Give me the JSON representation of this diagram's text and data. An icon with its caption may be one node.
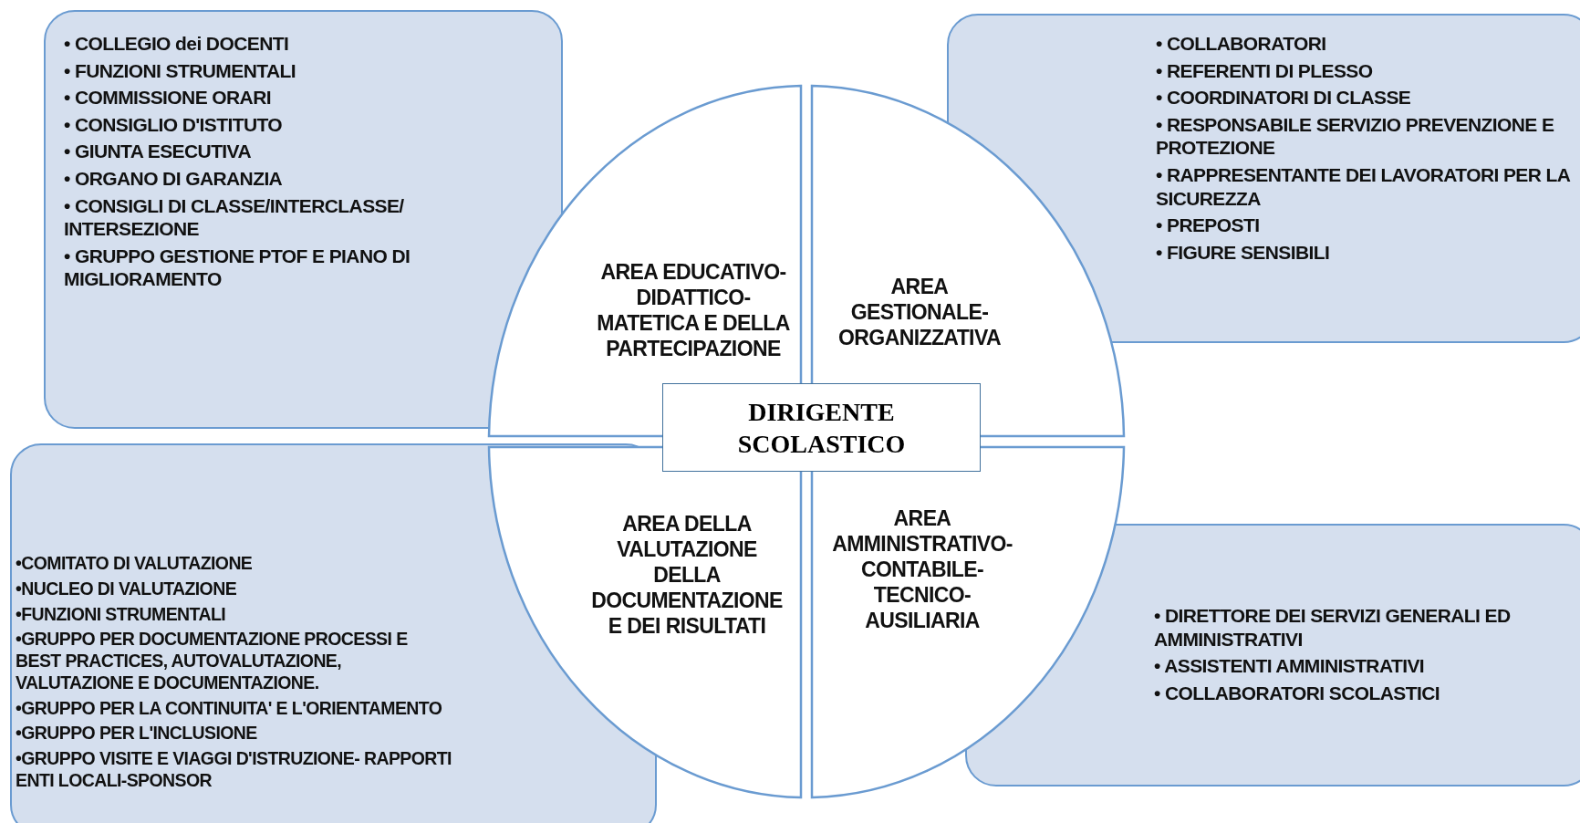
{
  "diagram": {
    "nodes": [
      {
        "text": [
          "• COLLEGIO dei DOCENTI",
          "• FUNZIONI STRUMENTALI",
          "• COMMISSIONE ORARI",
          "• CONSIGLIO D'ISTITUTO",
          "• GIUNTA ESECUTIVA",
          "• ORGANO DI GARANZIA",
          "• CONSIGLI DI CLASSE/INTERCLASSE/ INTERSEZIONE",
          "• GRUPPO GESTIONE PTOF E PIANO DI MIGLIORAMENTO"
        ]
      },
      {
        "text": [
          "• COLLABORATORI",
          "• REFERENTI DI PLESSO",
          "• COORDINATORI DI CLASSE",
          "• RESPONSABILE SERVIZIO PREVENZIONE E PROTEZIONE",
          "• RAPPRESENTANTE DEI LAVORATORI PER LA SICUREZZA",
          "• PREPOSTI",
          "• FIGURE SENSIBILI"
        ]
      },
      {
        "text": [
          "AREA EDUCATIVO- DIDATTICO- MATETICA E DELLA PARTECIPAZIONE"
        ]
      },
      {
        "text": [
          "AREA GESTIONALE- ORGANIZZATIVA"
        ]
      },
      {
        "text": [
          "DIRIGENTE SCOLASTICO"
        ]
      },
      {
        "text": [
          "AREA DELLA VALUTAZIONE DELLA DOCUMENTAZIONE E DEI RISULTATI"
        ]
      },
      {
        "text": [
          "AREA AMMINISTRATIVO- CONTABILE- TECNICO- AUSILIARIA"
        ]
      },
      {
        "text": [
          "•COMITATO DI VALUTAZIONE",
          "•NUCLEO DI VALUTAZIONE",
          "•FUNZIONI STRUMENTALI",
          "•GRUPPO PER DOCUMENTAZIONE PROCESSI E BEST PRACTICES, AUTOVALUTAZIONE, VALUTAZIONE E DOCUMENTAZIONE.",
          "•GRUPPO PER LA CONTINUITA' E L'ORIENTAMENTO",
          "•GRUPPO PER L'INCLUSIONE",
          "•GRUPPO VISITE E VIAGGI D'ISTRUZIONE- RAPPORTI ENTI LOCALI-SPONSOR"
        ]
      },
      {
        "text": [
          "• DIRETTORE DEI SERVIZI GENERALI ED AMMINISTRATIVI",
          "• ASSISTENTI AMMINISTRATIVI",
          "• COLLABORATORI SCOLASTICI"
        ]
      }
    ],
    "edges": []
  }
}
